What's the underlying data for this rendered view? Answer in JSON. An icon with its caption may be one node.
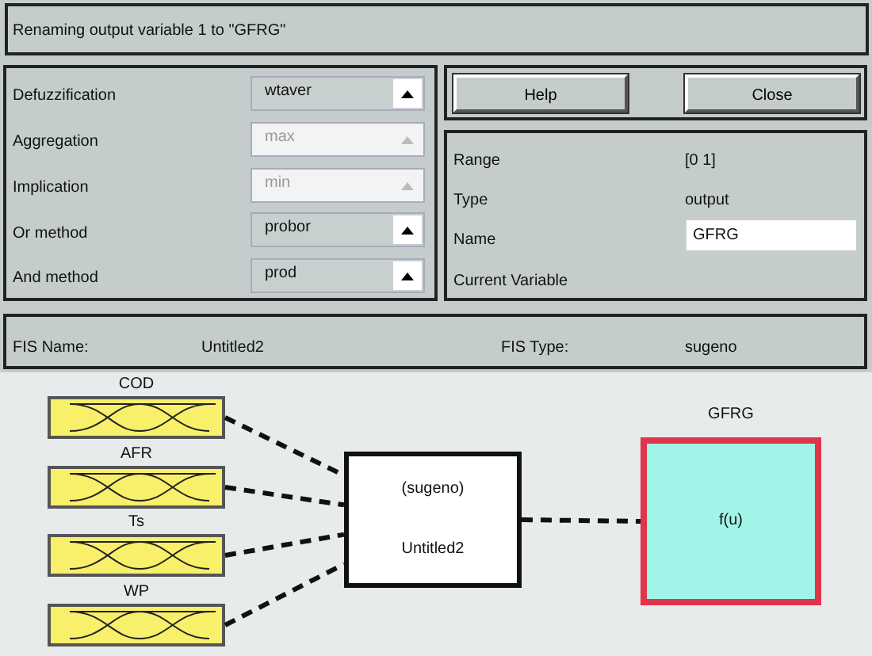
{
  "diagram": {
    "nodes": [
      {
        "text": [],
        "shape": "box",
        "beside": [
          "COD"
        ]
      },
      {
        "text": [],
        "shape": "box",
        "beside": [
          "AFR"
        ]
      },
      {
        "text": [],
        "shape": "box",
        "beside": [
          "Ts"
        ]
      },
      {
        "text": [],
        "shape": "box",
        "beside": [
          "WP"
        ]
      },
      {
        "text": [
          "(sugeno)",
          "Untitled2"
        ]
      },
      {
        "text": [
          "f(u)"
        ],
        "beside": [
          "GFRG"
        ]
      }
    ],
    "edges": [
      {
        "from": 0,
        "to": 4,
        "arrow": "none",
        "style": "dashed"
      },
      {
        "from": 1,
        "to": 4,
        "arrow": "none",
        "style": "dashed"
      },
      {
        "from": 2,
        "to": 4,
        "arrow": "none",
        "style": "dashed"
      },
      {
        "from": 3,
        "to": 4,
        "arrow": "none",
        "style": "dashed"
      },
      {
        "from": 4,
        "to": 5,
        "arrow": "none",
        "style": "dashed"
      }
    ],
    "labels": [
      "Renaming output variable 1 to \"GFRG\"",
      "Defuzzification",
      "wtaver",
      "Help",
      "Close",
      "Aggregation",
      "max",
      "Range",
      "[0 1]",
      "Implication",
      "min",
      "Type",
      "output",
      "Or method",
      "probor",
      "Name",
      "GFRG",
      "And method",
      "prod",
      "Current Variable",
      "FIS Name:",
      "Untitled2",
      "FIS Type:",
      "sugeno"
    ]
  }
}
